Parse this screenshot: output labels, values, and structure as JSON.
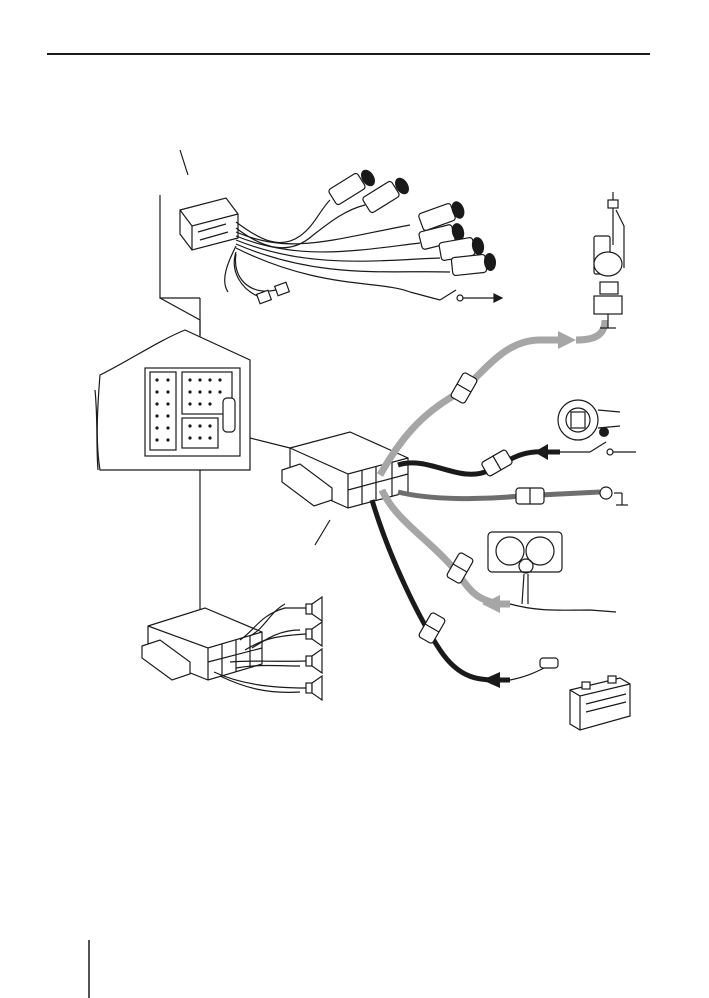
{
  "figure": {
    "components": [
      {
        "id": "rca-line-out-adapter",
        "icon": "rca-adapter-icon"
      },
      {
        "id": "radio-rear-socket",
        "icon": "radio-chassis-icon"
      },
      {
        "id": "iso-power-connector",
        "icon": "iso-connector-icon"
      },
      {
        "id": "iso-speaker-connector",
        "icon": "iso-connector-icon"
      },
      {
        "id": "speakers",
        "icon": "speaker-icon",
        "count": 4
      },
      {
        "id": "motor-antenna",
        "icon": "antenna-icon"
      },
      {
        "id": "ignition-switch",
        "icon": "ignition-icon"
      },
      {
        "id": "ground",
        "icon": "ground-icon"
      },
      {
        "id": "dashboard-illumination",
        "icon": "instrument-cluster-icon"
      },
      {
        "id": "battery",
        "icon": "battery-icon"
      }
    ],
    "colors": {
      "line": "#1a1a1a",
      "grey_wire": "#a6a6a6",
      "dark_wire": "#6e6e6e",
      "black_wire": "#1a1a1a"
    }
  }
}
